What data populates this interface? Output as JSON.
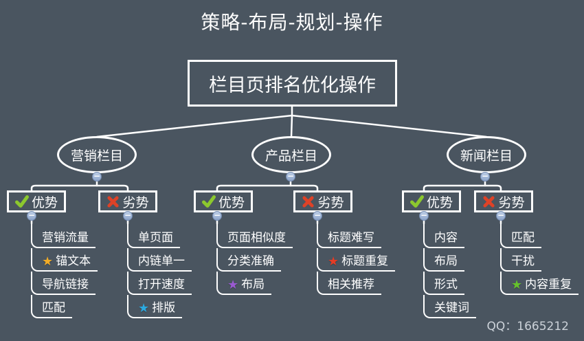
{
  "page": {
    "title": "策略-布局-规划-操作",
    "watermark": "QQ：1665212"
  },
  "root": {
    "label": "栏目页排名优化操作"
  },
  "icons": {
    "star": "★",
    "collapse": "−"
  },
  "colors": {
    "background": "#4a5560",
    "line": "#ffffff",
    "text": "#ffffff",
    "check": "#8cc82e",
    "cross": "#de4227",
    "collapse_button": "#9db3d6"
  },
  "branches": [
    {
      "label": "营销栏目",
      "pros": {
        "label": "优势",
        "icon": "check",
        "items": [
          {
            "label": "营销流量"
          },
          {
            "label": "锚文本",
            "star": "#f2ac27"
          },
          {
            "label": "导航链接"
          },
          {
            "label": "匹配"
          }
        ]
      },
      "cons": {
        "label": "劣势",
        "icon": "cross",
        "items": [
          {
            "label": "单页面"
          },
          {
            "label": "内链单一"
          },
          {
            "label": "打开速度"
          },
          {
            "label": "排版",
            "star": "#2ba9e0"
          }
        ]
      }
    },
    {
      "label": "产品栏目",
      "pros": {
        "label": "优势",
        "icon": "check",
        "items": [
          {
            "label": "页面相似度"
          },
          {
            "label": "分类准确"
          },
          {
            "label": "布局",
            "star": "#9a5ad2"
          }
        ]
      },
      "cons": {
        "label": "劣势",
        "icon": "cross",
        "items": [
          {
            "label": "标题难写"
          },
          {
            "label": "标题重复",
            "star": "#e63c25"
          },
          {
            "label": "相关推荐"
          }
        ]
      }
    },
    {
      "label": "新闻栏目",
      "pros": {
        "label": "优势",
        "icon": "check",
        "items": [
          {
            "label": "内容"
          },
          {
            "label": "布局"
          },
          {
            "label": "形式"
          },
          {
            "label": "关键词"
          }
        ]
      },
      "cons": {
        "label": "劣势",
        "icon": "cross",
        "items": [
          {
            "label": "匹配"
          },
          {
            "label": "干扰"
          },
          {
            "label": "内容重复",
            "star": "#66c22c"
          }
        ]
      }
    }
  ]
}
